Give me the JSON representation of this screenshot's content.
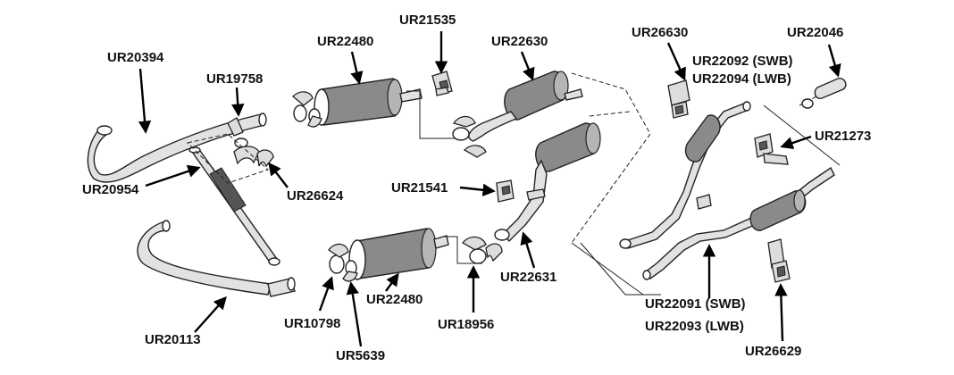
{
  "labels": {
    "ur20394": "UR20394",
    "ur19758": "UR19758",
    "ur20954": "UR20954",
    "ur26624": "UR26624",
    "ur20113": "UR20113",
    "ur10798": "UR10798",
    "ur5639": "UR5639",
    "ur22480_top": "UR22480",
    "ur22480_bottom": "UR22480",
    "ur21535": "UR21535",
    "ur22630": "UR22630",
    "ur21541": "UR21541",
    "ur18956": "UR18956",
    "ur22631": "UR22631",
    "ur26630": "UR26630",
    "ur22092": "UR22092 (SWB)",
    "ur22094": "UR22094 (LWB)",
    "ur22046": "UR22046",
    "ur21273": "UR21273",
    "ur22091": "UR22091 (SWB)",
    "ur22093": "UR22093 (LWB)",
    "ur26629": "UR26629"
  },
  "colors": {
    "line": "#222222",
    "muffler": "#8a8a8a",
    "pipe": "#e2e2e2",
    "text": "#111111"
  }
}
